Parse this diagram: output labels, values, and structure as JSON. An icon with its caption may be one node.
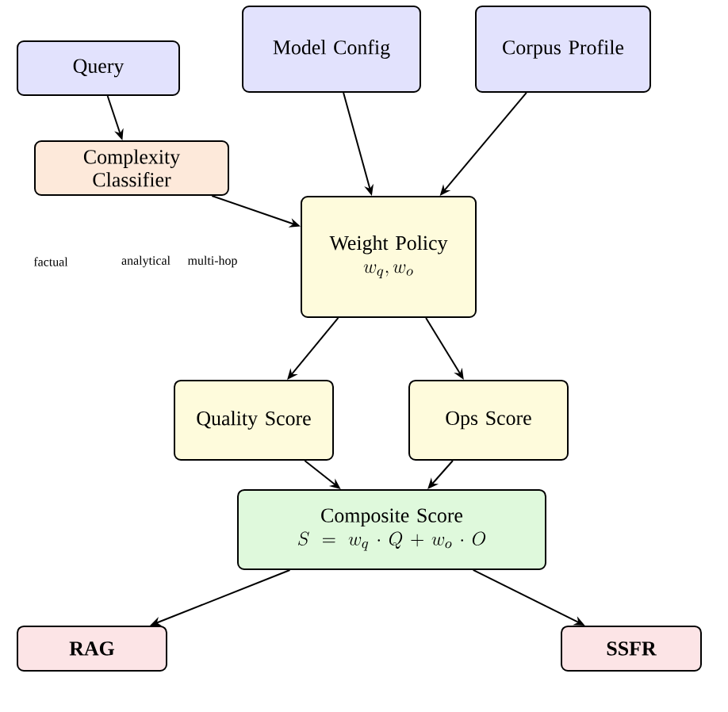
{
  "diagram": {
    "nodes": [
      {
        "text": [
          "Query"
        ]
      },
      {
        "text": [
          "Model Config"
        ]
      },
      {
        "text": [
          "Corpus Profile"
        ]
      },
      {
        "text": [
          "Complexity Classifier"
        ]
      },
      {
        "text": [
          "Weight Policy",
          "w_q, w_o"
        ]
      },
      {
        "text": [
          "Quality Score"
        ]
      },
      {
        "text": [
          "Ops Score"
        ]
      },
      {
        "text": [
          "Composite Score",
          "S = w_q \\cdot Q + w_o \\cdot O"
        ]
      },
      {
        "text": [
          "RAG"
        ]
      },
      {
        "text": [
          "SSFR"
        ]
      }
    ],
    "edges": [
      {
        "from": 0,
        "to": 3,
        "arrow": "to"
      },
      {
        "from": 3,
        "to": 4,
        "arrow": "to"
      },
      {
        "from": 1,
        "to": 4,
        "arrow": "to"
      },
      {
        "from": 2,
        "to": 4,
        "arrow": "to"
      },
      {
        "from": 4,
        "to": 5,
        "arrow": "to"
      },
      {
        "from": 4,
        "to": 6,
        "arrow": "to"
      },
      {
        "from": 5,
        "to": 7,
        "arrow": "to"
      },
      {
        "from": 6,
        "to": 7,
        "arrow": "to"
      },
      {
        "from": 7,
        "to": 8,
        "arrow": "to"
      },
      {
        "from": 7,
        "to": 9,
        "arrow": "to"
      }
    ],
    "labels": [
      "factual",
      "analytical",
      "multi-hop"
    ]
  }
}
